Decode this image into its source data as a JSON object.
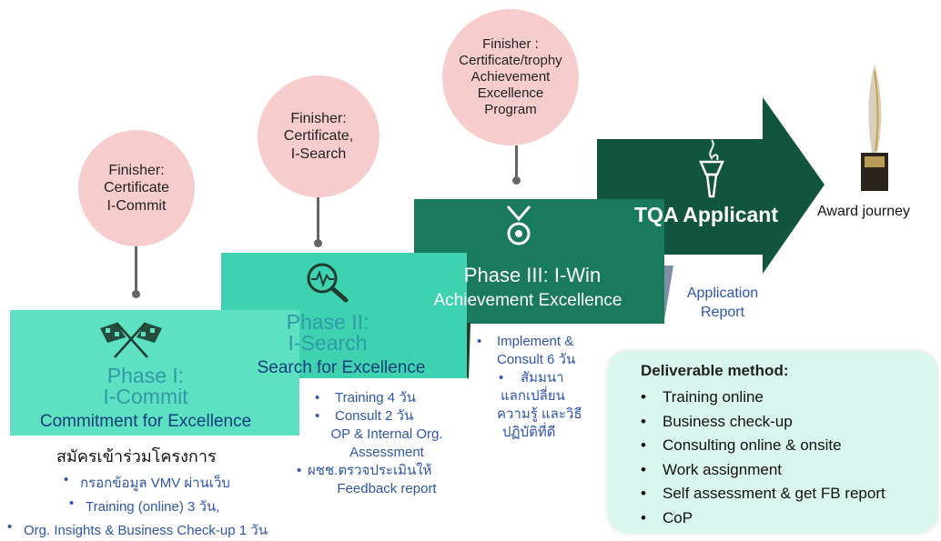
{
  "circles": [
    {
      "text": "Finisher:\nCertificate\nI-Commit"
    },
    {
      "text": "Finisher:\nCertificate,\nI-Search"
    },
    {
      "text": "Finisher :\nCertificate/trophy\nAchievement\nExcellence\nProgram"
    }
  ],
  "phase1": {
    "title": "Phase I:\nI-Commit",
    "subtitle": "Commitment for Excellence",
    "header": "สมัครเข้าร่วมโครงการ",
    "items": [
      "กรอกข้อมูล VMV ผ่านเว็บ",
      "Training (online) 3 วัน,",
      "Org. Insights & Business Check-up  1 วัน"
    ],
    "icon": "checkered-flags-icon"
  },
  "phase2": {
    "title": "Phase II:\nI-Search",
    "subtitle": "Search for Excellence",
    "items": [
      "Training 4 วัน",
      "Consult 2 วัน",
      "OP & Internal Org.",
      "Assessment",
      "ผชช.ตรวจประเมินให้",
      "Feedback report"
    ],
    "icon": "magnifier-pulse-icon"
  },
  "phase3": {
    "title": "Phase III:  I-Win",
    "subtitle": "Achievement Excellence",
    "items": [
      "Implement &",
      "Consult 6 วัน",
      "สัมมนา",
      "แลกเปลี่ยน",
      "ความรู้ และวิธี",
      "ปฏิบัติที่ดี"
    ],
    "icon": "medal-icon"
  },
  "tqa": {
    "label": "TQA Applicant",
    "icon": "torch-icon"
  },
  "application_report": "Application\nReport",
  "award": {
    "label": "Award journey",
    "icon": "trophy-icon"
  },
  "deliverable": {
    "title": "Deliverable method:",
    "items": [
      "Training online",
      "Business check-up",
      "Consulting online & onsite",
      "Work assignment",
      "Self assessment & get FB report",
      "CoP"
    ]
  },
  "colors": {
    "phase1_bg": "#5ee0c2",
    "phase2_bg": "#3fd2b0",
    "phase3_bg": "#1a7a5e",
    "arrow_bg": "#12553f",
    "circle_bg": "#f7cccd",
    "text_blue": "#2f55b0"
  }
}
